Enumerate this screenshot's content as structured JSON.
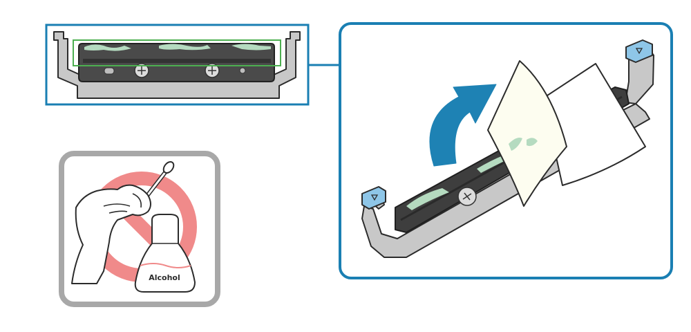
{
  "illustration": {
    "warning_label": "Alcohol",
    "colors": {
      "accent_blue": "#1a7fb3",
      "arrow_blue": "#1e82b4",
      "highlight_green": "#4caf50",
      "prohibition_red": "#f08a8a",
      "frame_gray": "#a8a8a8",
      "residue_green": "#b5dbc0",
      "tab_blue": "#8ec6e8"
    },
    "icons": [
      "print-head-assembly",
      "cleaning-sheet",
      "curved-arrow",
      "prohibition-sign",
      "swab",
      "alcohol-flask"
    ]
  }
}
